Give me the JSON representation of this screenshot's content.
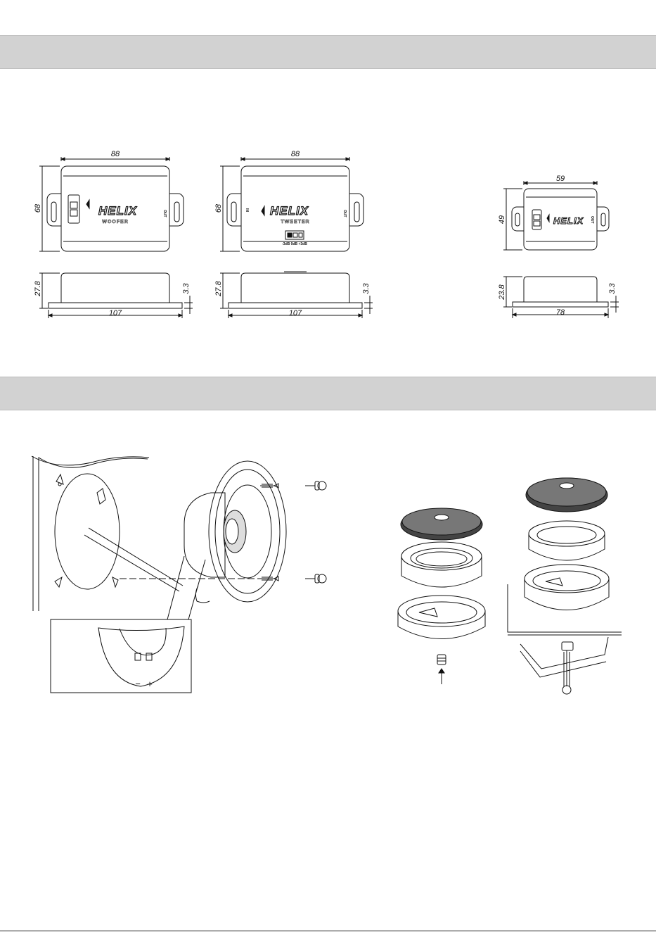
{
  "dimensions": {
    "woofer_width": "88",
    "woofer_height": "68",
    "woofer_depth": "27.8",
    "woofer_flange": "3.3",
    "woofer_length": "107",
    "tweeter_width": "88",
    "tweeter_height": "68",
    "tweeter_depth": "27.8",
    "tweeter_flange": "3.3",
    "tweeter_length": "107",
    "small_width": "59",
    "small_height": "49",
    "small_depth": "23.8",
    "small_flange": "3.3",
    "small_length": "78"
  },
  "labels": {
    "brand": "HELIX",
    "woofer": "WOOFER",
    "tweeter": "TWEETER",
    "port_in": "IN",
    "port_out": "OUT",
    "switch_settings": "-3dB 0dB +3dB"
  },
  "polarity": {
    "minus": "−",
    "plus": "+"
  }
}
